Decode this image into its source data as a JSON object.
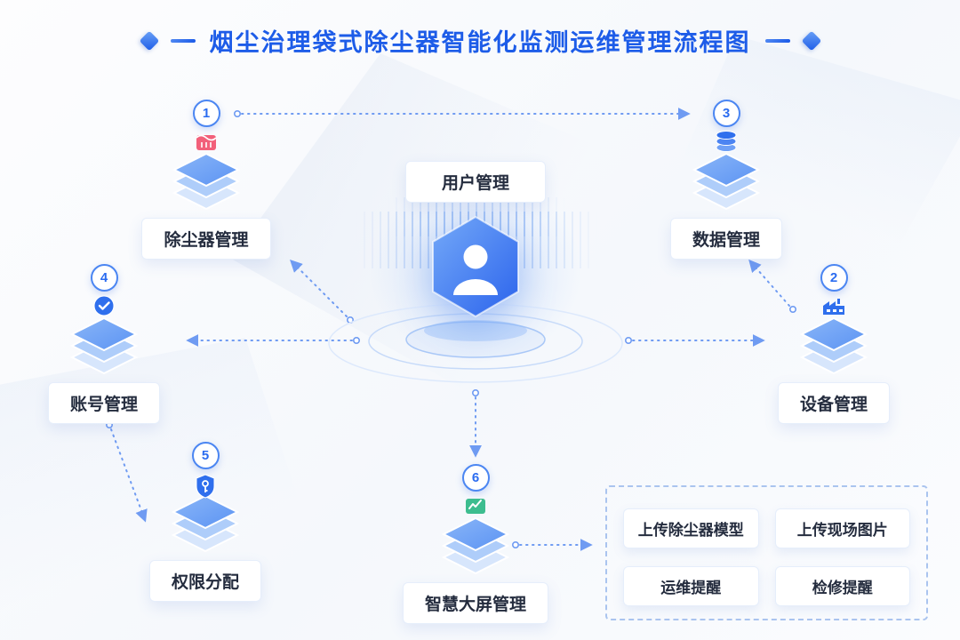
{
  "title": "烟尘治理袋式除尘器智能化监测运维管理流程图",
  "center": {
    "label": "用户管理"
  },
  "nodes": [
    {
      "num": "1",
      "label": "除尘器管理"
    },
    {
      "num": "2",
      "label": "设备管理"
    },
    {
      "num": "3",
      "label": "数据管理"
    },
    {
      "num": "4",
      "label": "账号管理"
    },
    {
      "num": "5",
      "label": "权限分配"
    },
    {
      "num": "6",
      "label": "智慧大屏管理"
    }
  ],
  "detail_panel": {
    "items": [
      "上传除尘器模型",
      "上传现场图片",
      "运维提醒",
      "检修提醒"
    ]
  },
  "icons": {
    "center": "user-hexagon-icon",
    "node1": "dust-collector-icon",
    "node2": "equipment-factory-icon",
    "node3": "database-icon",
    "node4": "account-check-icon",
    "node5": "permission-shield-key-icon",
    "node6": "screen-chart-icon"
  },
  "colors": {
    "title": "#1d5ce8",
    "accent": "#2b6cf0",
    "connector": "#6f9bf2",
    "label_text": "#242c3e",
    "panel_border": "#aac4ef"
  }
}
